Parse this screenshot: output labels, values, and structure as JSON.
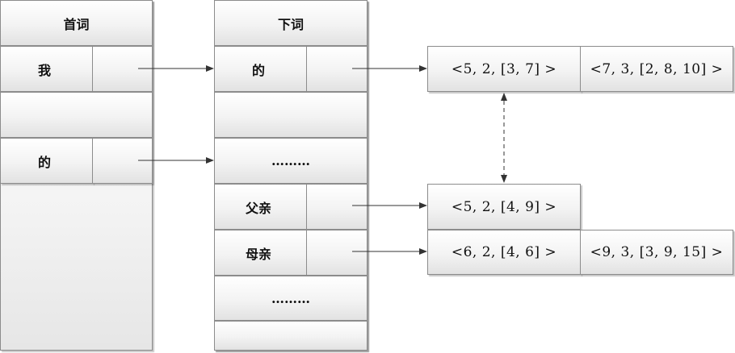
{
  "first_word_table": {
    "header": "首词",
    "rows": [
      {
        "word": "我"
      },
      {
        "word": ""
      },
      {
        "word": "的"
      }
    ]
  },
  "next_word_table": {
    "header": "下词",
    "rows": [
      {
        "word": "的"
      },
      {
        "word": ""
      },
      {
        "word": "………"
      },
      {
        "word": "父亲"
      },
      {
        "word": "母亲"
      },
      {
        "word": "………"
      },
      {
        "word": ""
      }
    ]
  },
  "postings": {
    "list_a": [
      "<5, 2, [3, 7] >",
      "<7, 3, [2, 8, 10] >"
    ],
    "list_b": [
      "<5, 2, [4, 9] >"
    ],
    "list_c": [
      "<6, 2, [4, 6] >",
      "<9, 3, [3, 9, 15] >"
    ]
  }
}
